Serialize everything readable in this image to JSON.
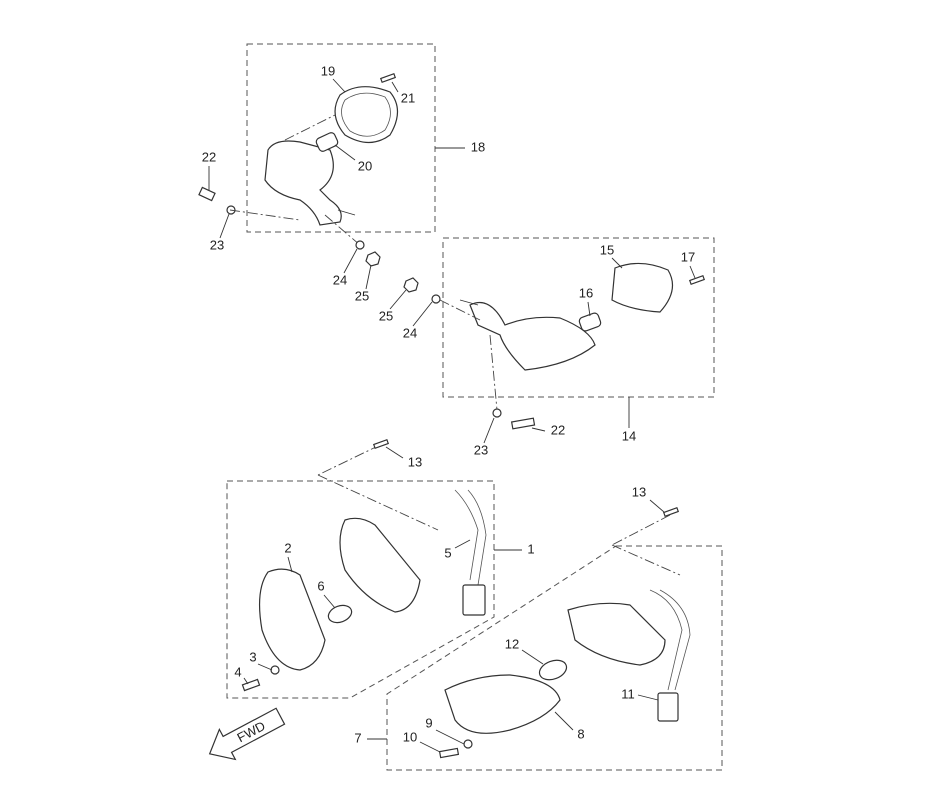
{
  "diagram": {
    "type": "exploded parts diagram",
    "fwd_label": "FWD",
    "labels": [
      "19",
      "21",
      "20",
      "18",
      "22",
      "23",
      "24",
      "25",
      "25",
      "24",
      "15",
      "17",
      "16",
      "14",
      "23",
      "22",
      "13",
      "13",
      "1",
      "5",
      "2",
      "6",
      "3",
      "4",
      "12",
      "11",
      "8",
      "9",
      "10",
      "7"
    ]
  }
}
